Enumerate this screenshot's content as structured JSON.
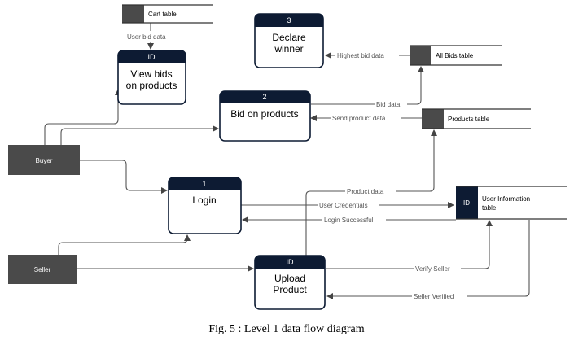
{
  "caption": "Fig. 5 : Level 1 data flow diagram",
  "processes": {
    "view_bids": {
      "id": "ID",
      "line1": "View bids",
      "line2": "on products"
    },
    "declare_winner": {
      "id": "3",
      "line1": "Declare",
      "line2": "winner"
    },
    "bid_on_products": {
      "id": "2",
      "line1": "Bid on products"
    },
    "login": {
      "id": "1",
      "line1": "Login"
    },
    "upload_product": {
      "id": "ID",
      "line1": "Upload",
      "line2": "Product"
    }
  },
  "stores": {
    "cart": {
      "label": "Cart table"
    },
    "all_bids": {
      "label": "All Bids table"
    },
    "products": {
      "label": "Products table"
    },
    "user_info": {
      "id": "ID",
      "line1": "User Information",
      "line2": "table"
    }
  },
  "entities": {
    "buyer": "Buyer",
    "seller": "Seller"
  },
  "flows": {
    "user_bid_data": "User bid data",
    "highest_bid_data": "Highest bid data",
    "bid_data": "Bid data",
    "send_product_data": "Send product data",
    "product_data": "Product data",
    "user_credentials": "User Credentials",
    "login_successful": "Login Successful",
    "verify_seller": "Verify Seller",
    "seller_verified": "Seller Verified"
  }
}
